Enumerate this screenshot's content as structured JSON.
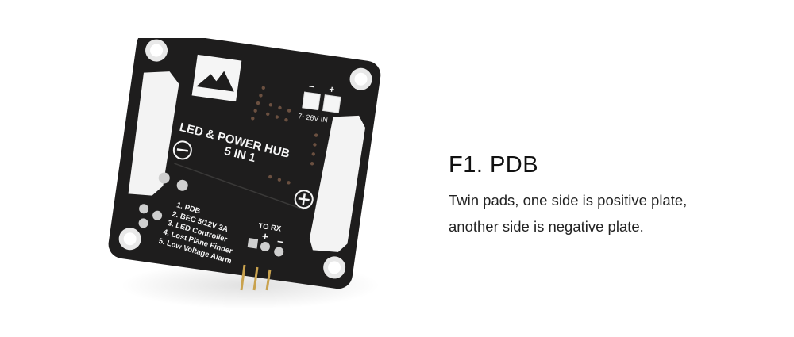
{
  "product": {
    "board_silkscreen": {
      "title_line1": "LED & POWER HUB",
      "title_line2": "5 IN 1",
      "input_label": "7~26V IN",
      "input_minus": "−",
      "input_plus": "+",
      "to_rx_label": "TO RX",
      "features_list": [
        "1. PDB",
        "2. BEC 5/12V 3A",
        "3. LED Controller",
        "4. Lost Plane Finder",
        "5. Low Voltage Alarm"
      ],
      "minus_symbol": "−",
      "plus_symbol": "+"
    }
  },
  "feature": {
    "title": "F1. PDB",
    "description_lines": [
      "Twin pads, one side is positive plate,",
      "another side is negative plate."
    ]
  },
  "colors": {
    "background": "#ffffff",
    "pcb": "#1e1d1d",
    "pad": "#f2f2f2",
    "text": "#111111"
  }
}
